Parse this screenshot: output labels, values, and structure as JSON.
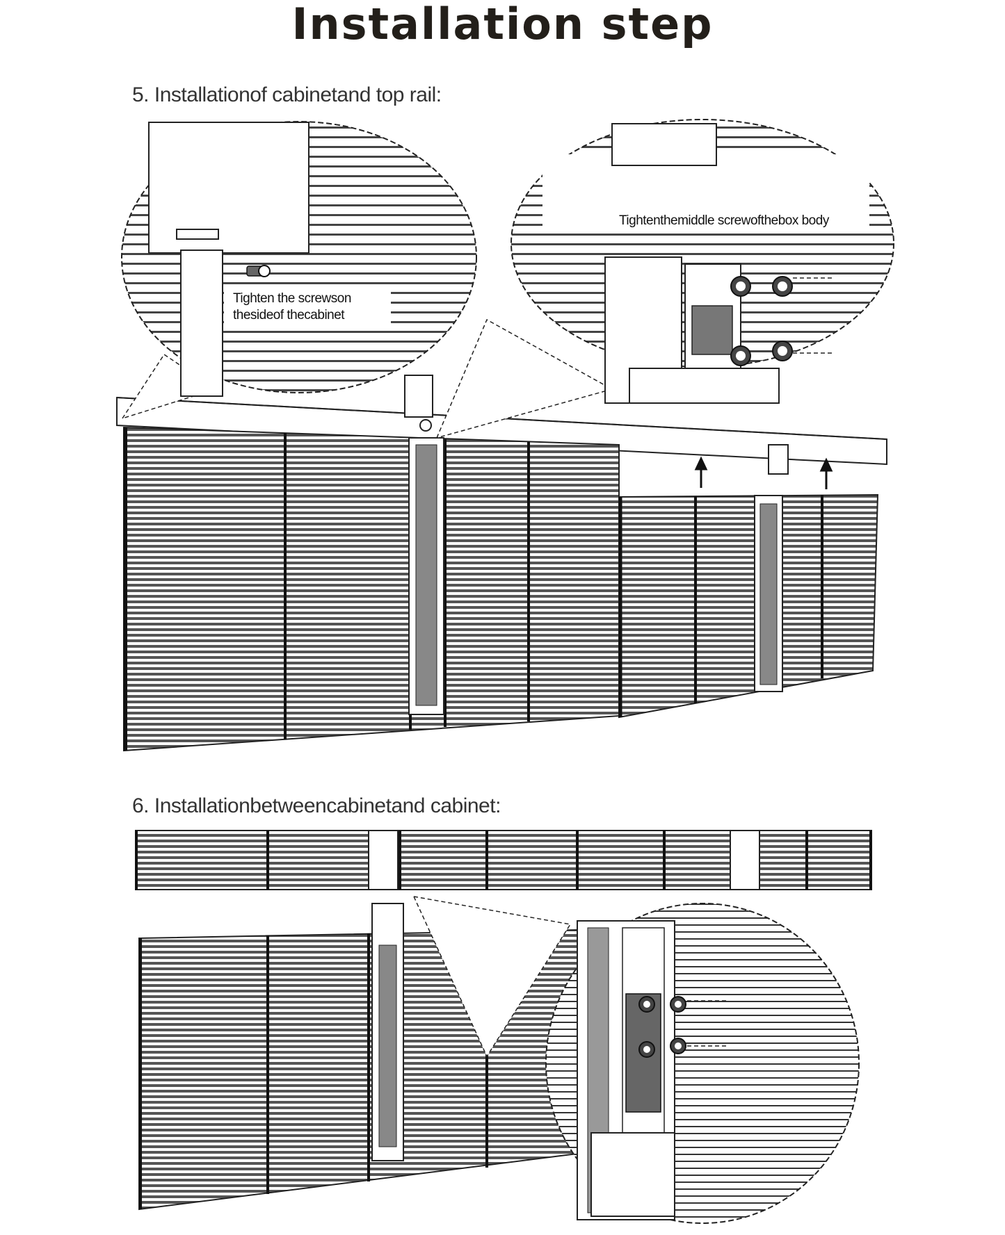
{
  "page": {
    "title": "Installation step"
  },
  "step5": {
    "heading": "5. Installationof cabinetand top rail:",
    "callout_side": [
      "Tighten the screwson",
      "thesideof thecabinet"
    ],
    "callout_middle": "Tightenthemiddle screwofthebox body"
  },
  "step6": {
    "heading": "6. Installationbetweencabinetand cabinet:"
  },
  "icons": [
    "up-arrow-icon",
    "screw-icon",
    "magnifier-callout-icon"
  ]
}
